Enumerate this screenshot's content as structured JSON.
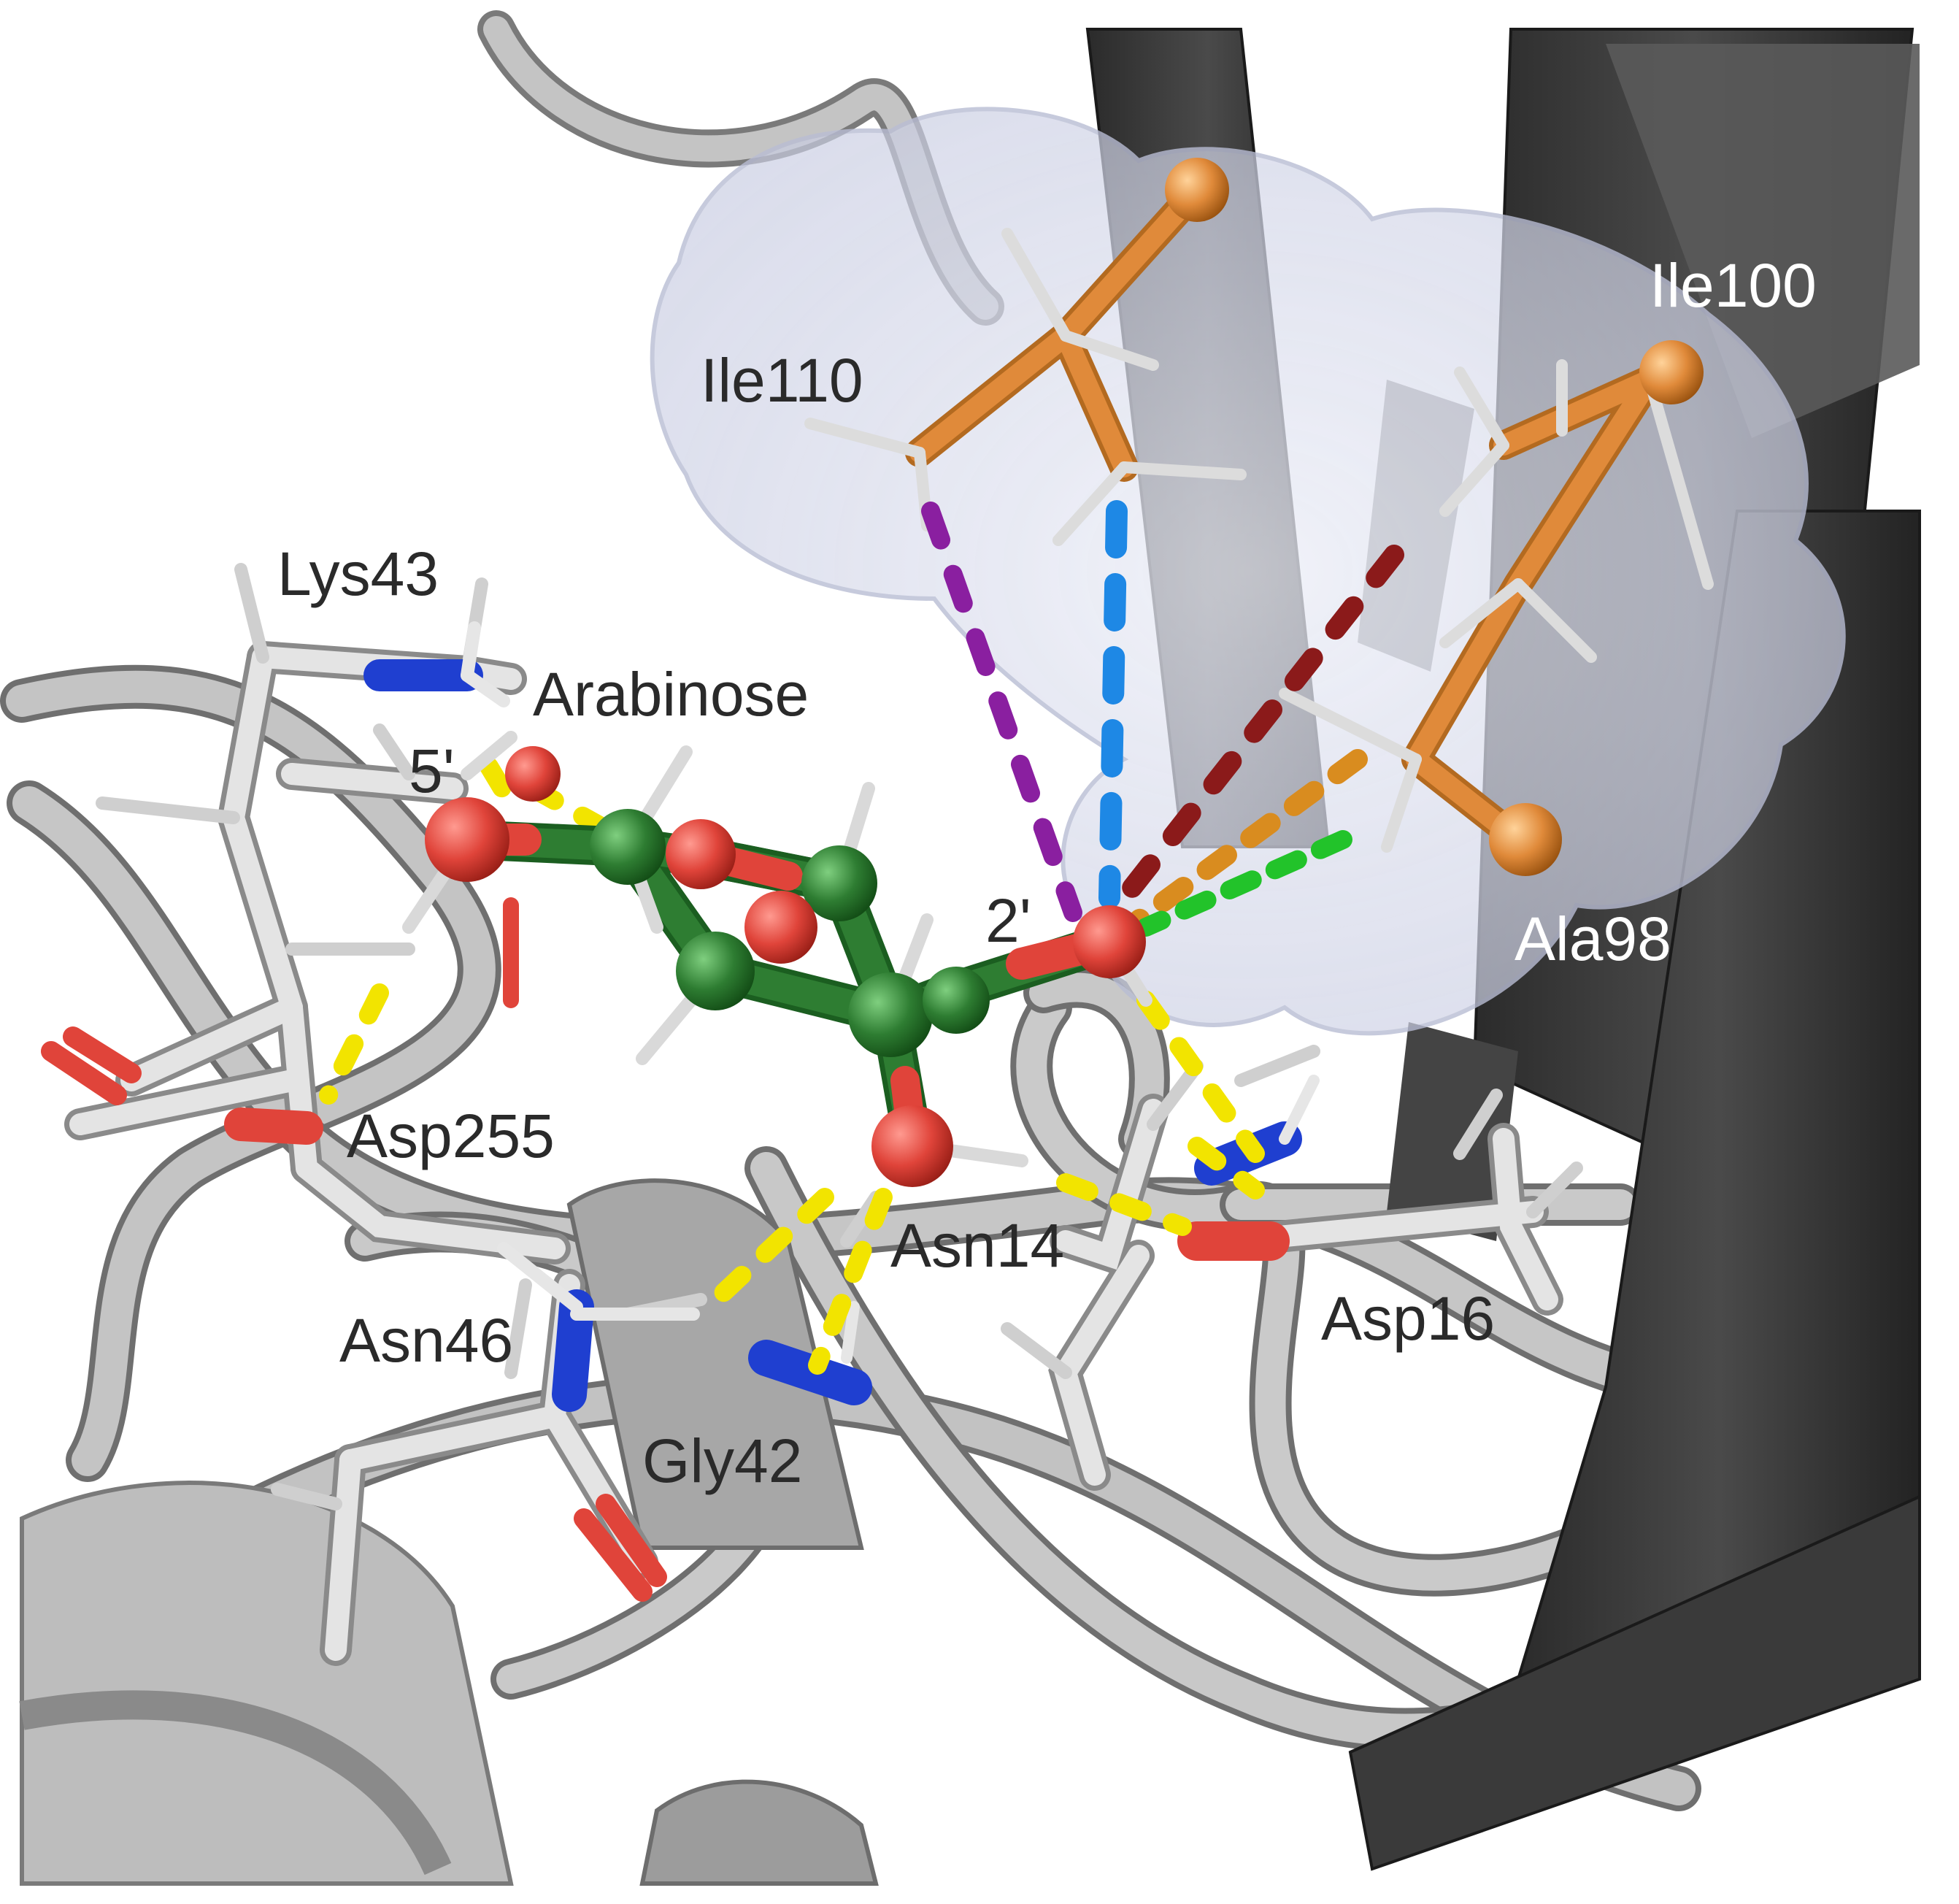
{
  "labels": {
    "ile110": "Ile110",
    "ile100": "Ile100",
    "lys43": "Lys43",
    "arabinose": "Arabinose",
    "five_prime": "5'",
    "two_prime": "2'",
    "ala98": "Ala98",
    "asp255": "Asp255",
    "asn14": "Asn14",
    "asp16": "Asp16",
    "asn46": "Asn46",
    "gly42": "Gly42"
  },
  "colors": {
    "protein_ribbon": "#b9b9b9",
    "beta_sheet": "#3a3a3a",
    "carbon_ligand": "#2e7d32",
    "carbon_hydrophobic": "#e08a3a",
    "carbon_protein": "#d8d8d8",
    "oxygen": "#e0443a",
    "nitrogen": "#1f3fd0",
    "hydrogen": "#e6e6e6",
    "hbond": "#f2e400",
    "contact_purple": "#8a1fa0",
    "contact_blue": "#1e88e5",
    "contact_darkred": "#8b1a1a",
    "contact_orange": "#d98c1f",
    "contact_green": "#22c32a",
    "surface": "#dfe2f0"
  }
}
